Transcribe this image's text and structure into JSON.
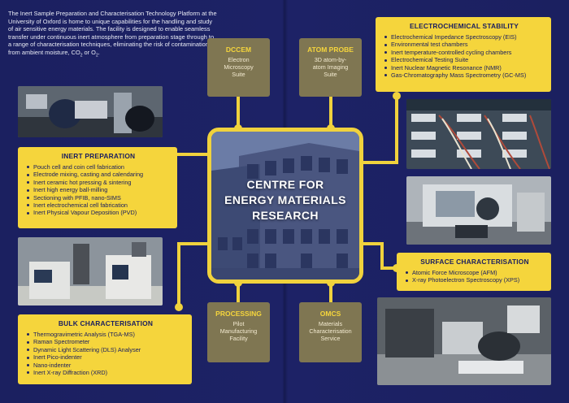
{
  "intro": "The Inert Sample Preparation and Characterisation Technology Platform at the University of Oxford is home to unique capabilities for the handling and study of air sensitive energy materials. The facility is designed to enable seamless transfer under continuous inert atmosphere from preparation stage through to a range of characterisation techniques, eliminating the risk of contamination from ambient moisture, CO",
  "intro_sub": "2",
  "intro_mid": " or O",
  "intro_sub2": "2",
  "intro_end": ".",
  "centre": {
    "line1": "CENTRE FOR",
    "line2": "ENERGY MATERIALS",
    "line3": "RESEARCH"
  },
  "inert_preparation": {
    "title": "INERT PREPARATION",
    "items": [
      "Pouch cell and coin cell fabrication",
      "Electrode mixing, casting and calendaring",
      "Inert ceramic hot pressing & sintering",
      "Inert high energy ball-milling",
      "Sectioning with PFIB, nano-SIMS",
      "Inert electrochemical cell fabrication",
      "Inert Physical Vapour Deposition (PVD)"
    ]
  },
  "bulk_characterisation": {
    "title": "BULK CHARACTERISATION",
    "items": [
      "Thermogravimetric Analysis (TGA-MS)",
      "Raman Spectrometer",
      "Dynamic Light Scattering (DLS) Analyser",
      "Inert Pico-indenter",
      "Nano-indenter",
      "Inert X-ray Diffraction (XRD)"
    ]
  },
  "electrochemical_stability": {
    "title": "ELECTROCHEMICAL STABILITY",
    "items": [
      "Electrochemical Impedance Spectroscopy (EIS)",
      "Environmental test chambers",
      "Inert temperature-controlled cycling chambers",
      "Electrochemical Testing Suite",
      "Inert Nuclear Magnetic Resonance (NMR)",
      "Gas-Chromatography Mass Spectrometry (GC-MS)"
    ]
  },
  "surface_characterisation": {
    "title": "SURFACE CHARACTERISATION",
    "items": [
      "Atomic Force Microscope (AFM)",
      "X-ray Photoelectron Spectroscopy (XPS)"
    ]
  },
  "dccem": {
    "title": "DCCEM",
    "l1": "Electron",
    "l2": "Microscopy",
    "l3": "Suite"
  },
  "atom_probe": {
    "title": "ATOM PROBE",
    "l1": "3D atom-by-",
    "l2": "atom Imaging",
    "l3": "Suite"
  },
  "processing": {
    "title": "PROCESSING",
    "l1": "Pilot",
    "l2": "Manufacturing",
    "l3": "Facility"
  },
  "omcs": {
    "title": "OMCS",
    "l1": "Materials",
    "l2": "Characterisation",
    "l3": "Service"
  },
  "colors": {
    "background": "#1d2266",
    "accent_yellow": "#f5d53c",
    "olive_box": "#7f7652",
    "text_navy": "#1c2060"
  }
}
